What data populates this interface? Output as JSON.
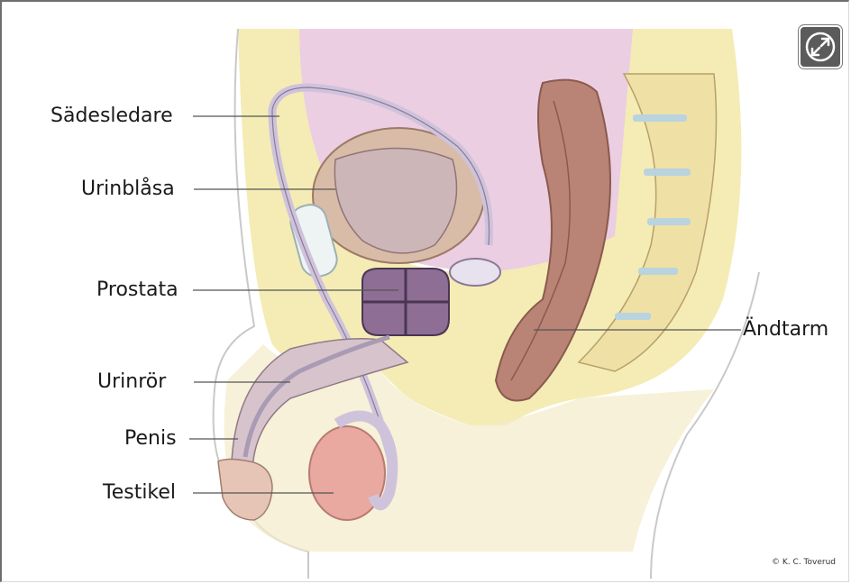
{
  "labels": {
    "vas_deferens": "Sädesledare",
    "bladder": "Urinblåsa",
    "prostate": "Prostata",
    "urethra": "Urinrör",
    "penis": "Penis",
    "testicle": "Testikel",
    "rectum": "Ändtarm"
  },
  "copyright": "© K. C. Toverud",
  "icons": {
    "expand": "expand-icon"
  },
  "colors": {
    "fat": "#f4ecb4",
    "skin": "#f2ebc8",
    "bladder_wall": "#d9bca7",
    "bladder_inner": "#cdb6b7",
    "prostate": "#8e6e95",
    "rectum": "#b98375",
    "spine": "#efe1a6",
    "vessel": "#e8e1ee",
    "peritoneum": "#e7c6dc",
    "testicle": "#e9a8a0"
  }
}
